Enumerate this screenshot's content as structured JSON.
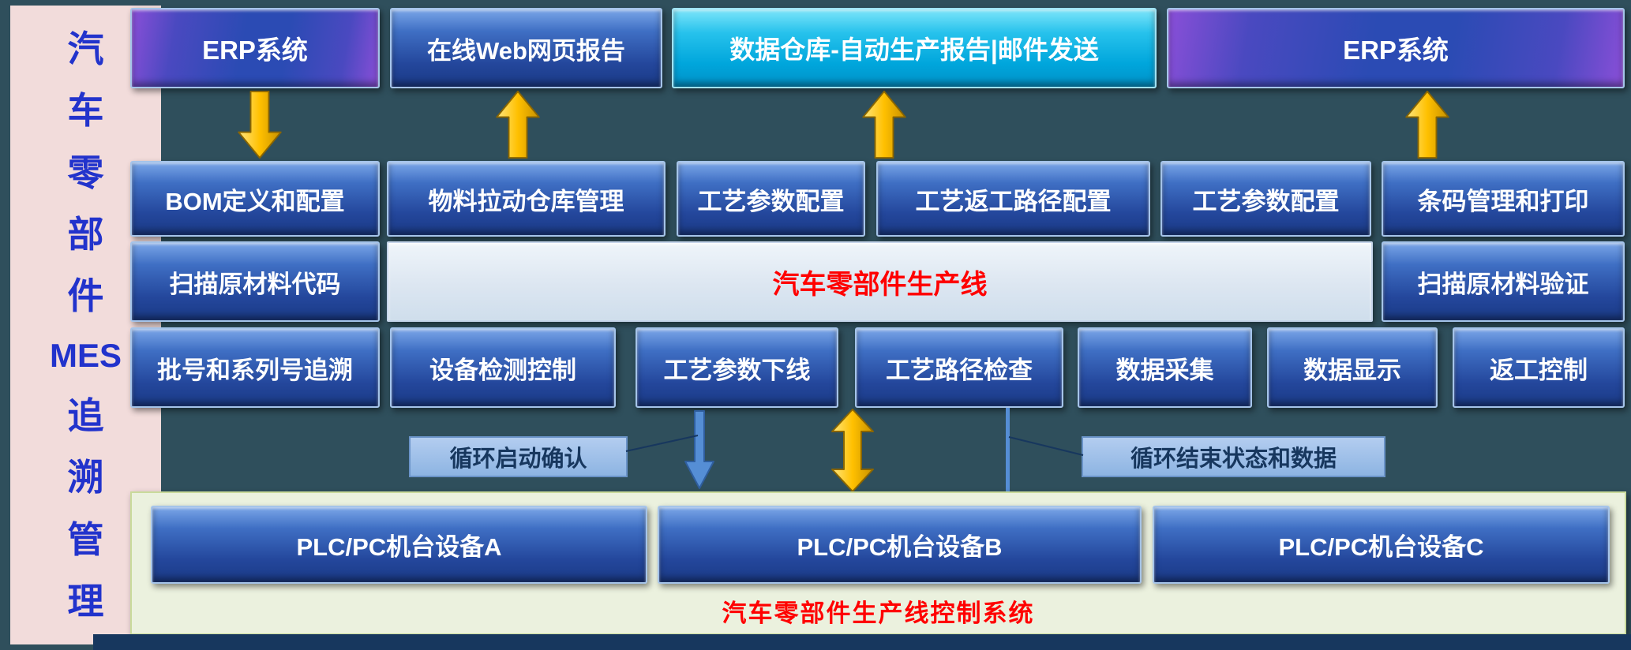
{
  "sidebar": {
    "title": "汽车零部件MES追溯管理",
    "chars": [
      "汽",
      "车",
      "零",
      "部",
      "件",
      "MES",
      "追",
      "溯",
      "管",
      "理"
    ]
  },
  "top": {
    "erp_left": "ERP系统",
    "web_report": "在线Web网页报告",
    "data_warehouse": "数据仓库-自动生产报告|邮件发送",
    "erp_right": "ERP系统"
  },
  "row2": {
    "items": [
      "BOM定义和配置",
      "物料拉动仓库管理",
      "工艺参数配置",
      "工艺返工路径配置",
      "工艺参数配置",
      "条码管理和打印"
    ]
  },
  "row3": {
    "scan_left": "扫描原材料代码",
    "line_band": "汽车零部件生产线",
    "scan_right": "扫描原材料验证"
  },
  "row4": {
    "items": [
      "批号和系列号追溯",
      "设备检测控制",
      "工艺参数下线",
      "工艺路径检查",
      "数据采集",
      "数据显示",
      "返工控制"
    ]
  },
  "connectors": {
    "loop_start_label": "循环启动确认",
    "loop_end_label": "循环结束状态和数据"
  },
  "plc_panel": {
    "devices": [
      "PLC/PC机台设备A",
      "PLC/PC机台设备B",
      "PLC/PC机台设备C"
    ],
    "caption": "汽车零部件生产线控制系统"
  },
  "colors": {
    "background": "#2F4F5C",
    "box_blue": "#2E5AA8",
    "box_border": "#A5C4EA",
    "erp_purple": "#7B3FC8",
    "cyan_box": "#00B0F0",
    "gold_arrow": "#FFC000",
    "band_bg": "#DCE6F1",
    "red_text": "#FF0000",
    "panel_bg": "#EBF1DE",
    "sidebar_bg": "#F2DCDB",
    "sidebar_text": "#2233CC",
    "label_bg": "#8DB4E2",
    "navy_bar": "#17375E",
    "steel_blue_arrow": "#558ED5"
  }
}
